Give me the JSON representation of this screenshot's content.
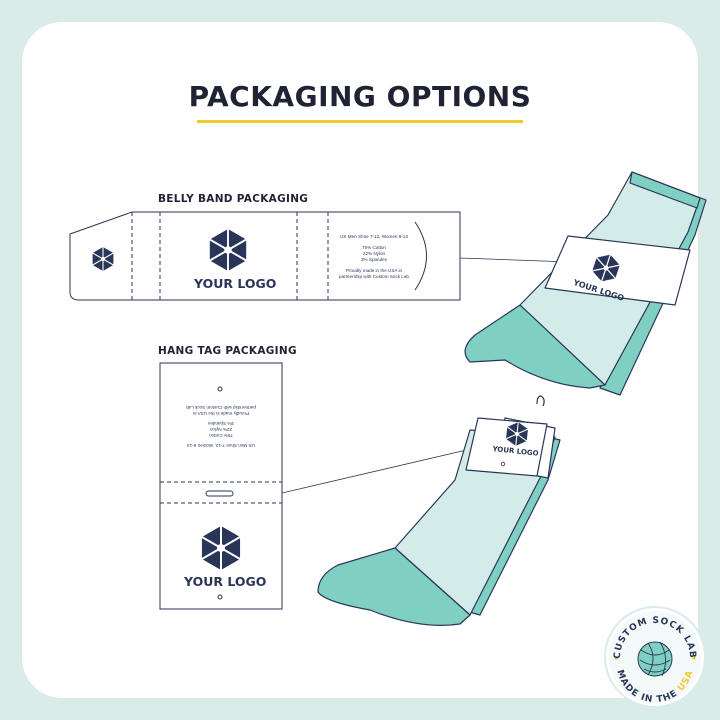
{
  "title": "PACKAGING OPTIONS",
  "belly_band": {
    "label": "BELLY BAND PACKAGING",
    "logo_text": "YOUR LOGO",
    "size": "US Men Shoe 7-12, Women 6-13",
    "cotton": "75% Cotton",
    "nylon": "22% Nylon",
    "spandex": "3% Spandex",
    "made_line1": "Proudly made in the USA in",
    "made_line2": "partnership with Custom Sock Lab"
  },
  "hang_tag": {
    "label": "HANG TAG PACKAGING",
    "logo_text": "YOUR LOGO",
    "size": "US Men Shoe 7-12, Women 6-13",
    "cotton": "75% Cotton",
    "nylon": "22% Nylon",
    "spandex": "3% Spandex",
    "made_line1": "Proudly made in the USA in",
    "made_line2": "partnership with Custom Sock Lab"
  },
  "sock_band_logo": "YOUR LOGO",
  "sock_tag_logo": "YOUR LOGO",
  "badge": {
    "top_text": "CUSTOM SOCK LAB",
    "bottom_text": "MADE IN THE",
    "bottom_highlight": "USA"
  },
  "colors": {
    "navy": "#2a3658",
    "mint": "#d4ece9",
    "teal": "#7fcfc2",
    "yellow": "#f2c92b",
    "background": "#d9ecea"
  }
}
